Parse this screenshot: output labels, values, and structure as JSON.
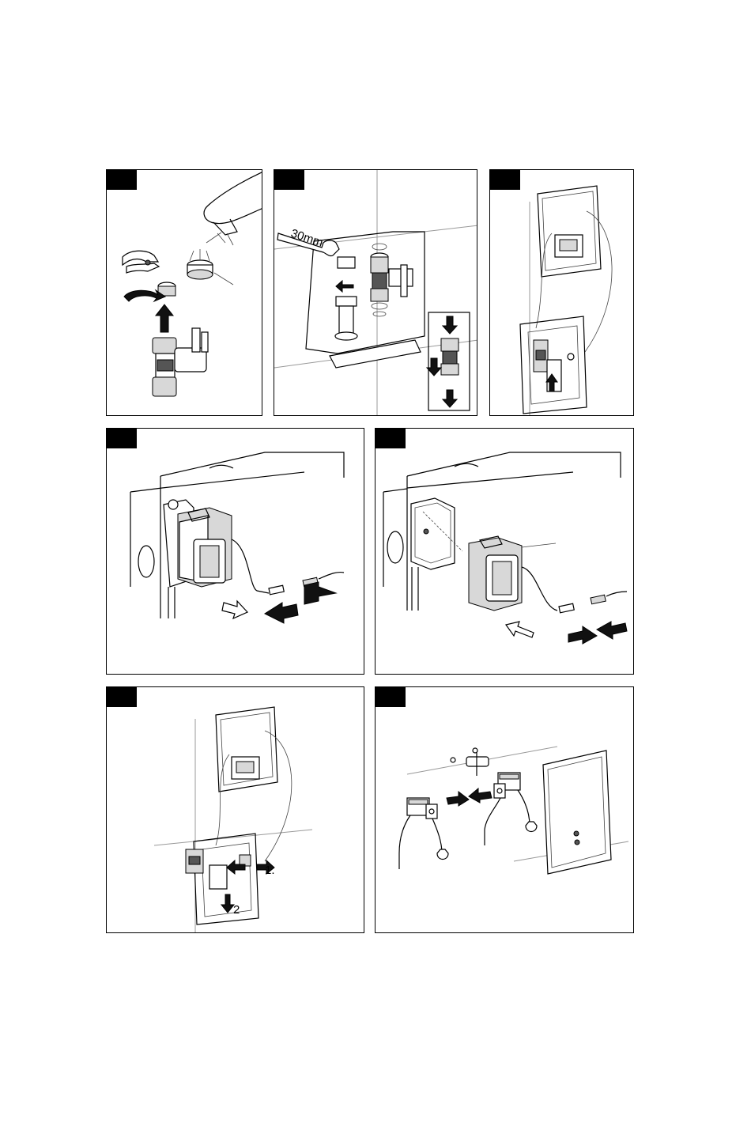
{
  "panels": {
    "p1": {
      "tab": ""
    },
    "p2": {
      "tab": "",
      "wrench_size": "30mm"
    },
    "p3": {
      "tab": ""
    },
    "p4": {
      "tab": ""
    },
    "p5": {
      "tab": ""
    },
    "p6": {
      "tab": "",
      "step_one": "1.",
      "step_two": "2"
    },
    "p7": {
      "tab": ""
    }
  },
  "colors": {
    "ink": "#000000",
    "panel_bg": "#ffffff",
    "tab_fill": "#000000",
    "wall_grey": "#999999"
  },
  "icons": [
    "pliers-icon",
    "aerator-icon",
    "faucet-spout-icon",
    "solenoid-valve-icon",
    "wrench-icon",
    "fitting-icon",
    "control-box-icon",
    "cable-connector-icon",
    "arrow-icon",
    "cover-plate-icon",
    "terminal-block-icon",
    "sensor-plate-icon"
  ]
}
